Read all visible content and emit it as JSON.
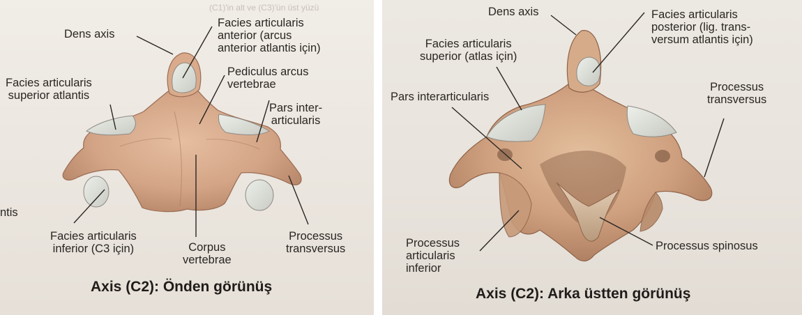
{
  "left": {
    "caption": "Axis (C2): Önden görünüş",
    "labels": {
      "dens_axis": "Dens axis",
      "facies_art_anterior": "Facies articularis\nanterior (arcus\nanterior atlantis için)",
      "facies_art_sup_atlantis": "Facies articularis\nsuperior atlantis",
      "pediculus": "Pediculus arcus\nvertebrae",
      "pars_inter": "Pars inter-\narticularis",
      "facies_art_inferior": "Facies articularis\ninferior (C3 için)",
      "corpus": "Corpus\nvertebrae",
      "processus_transversus": "Processus\ntransversus",
      "edge_fragment": "ntis"
    },
    "faint_top": "(C1)'in alt ve (C3)'ün üst yüzü"
  },
  "right": {
    "caption": "Axis (C2): Arka üstten görünüş",
    "labels": {
      "dens_axis": "Dens axis",
      "facies_art_sup_atlas": "Facies articularis\nsuperior (atlas için)",
      "facies_art_posterior": "Facies articularis\nposterior (lig. trans-\nversum atlantis için)",
      "pars_inter": "Pars interarticularis",
      "processus_transversus": "Processus\ntransversus",
      "processus_art_inferior": "Processus\narticularis\ninferior",
      "processus_spinosus": "Processus spinosus"
    }
  },
  "colors": {
    "bone": "#d6a98a",
    "bone_shadow": "#b07e62",
    "cartilage": "#d9dbd6",
    "text": "#2a2622",
    "leader": "#2a2622"
  }
}
